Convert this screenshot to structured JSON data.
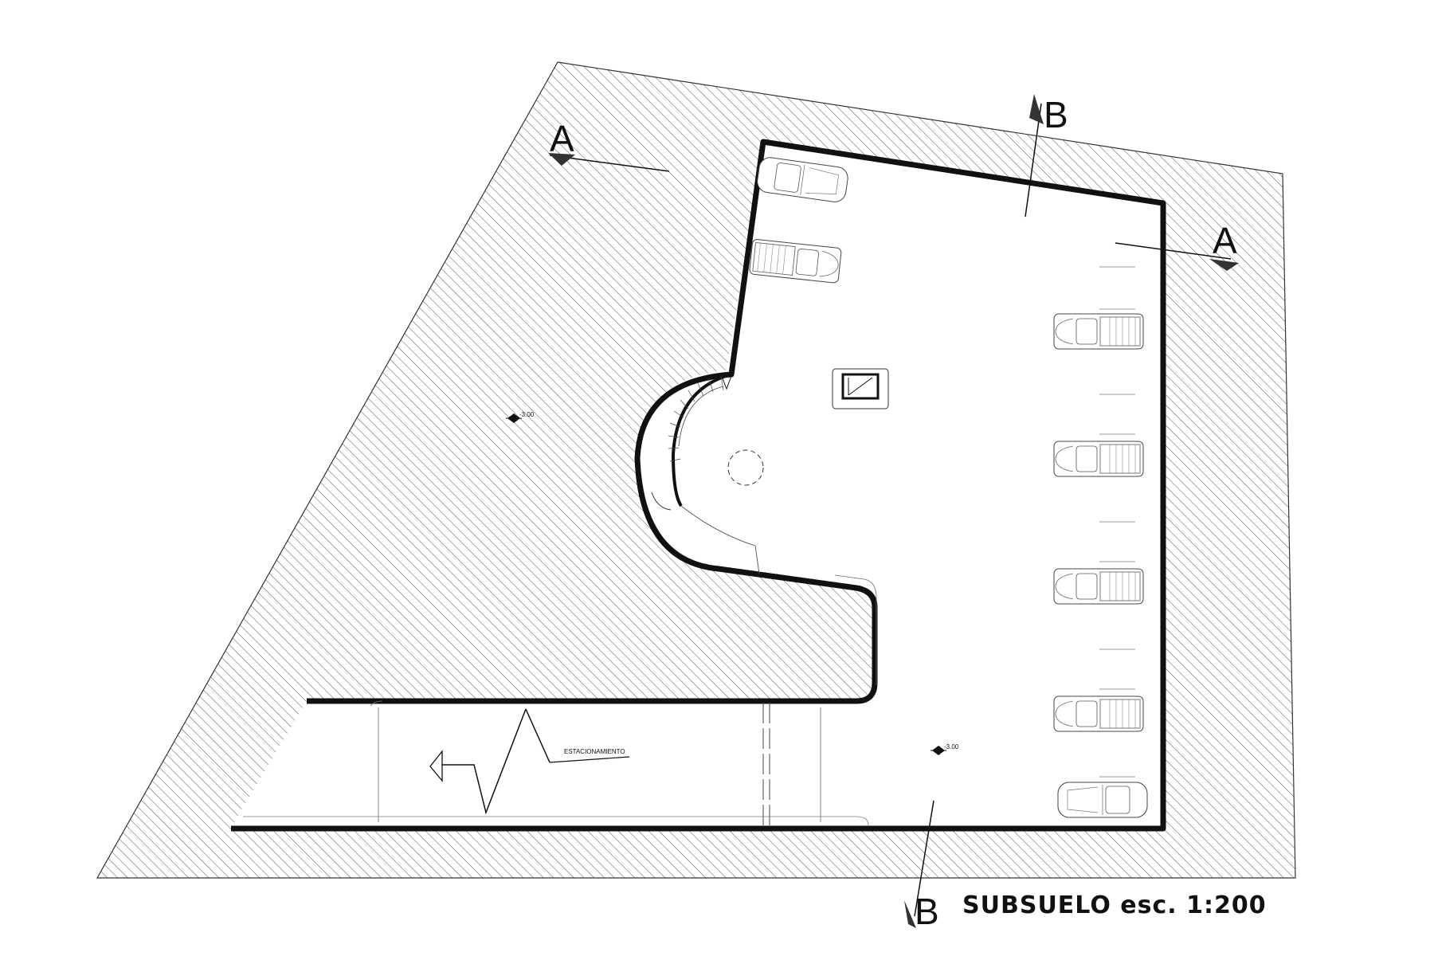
{
  "title": "SUBSUELO esc. 1:200",
  "ramp_label": "ESTACIONAMIENTO",
  "level_marker_main": "-3.00",
  "level_marker_yard": "-3.00",
  "section_a": {
    "label_left": "A",
    "label_right": "A"
  },
  "section_b": {
    "label_top": "B",
    "label_bottom": "B"
  },
  "colors": {
    "line": "#111111",
    "hatch": "#555555",
    "paper": "#ffffff"
  },
  "icons": [
    "car-icon",
    "elevator-icon",
    "stair-icon",
    "level-marker-icon",
    "arrow-left-icon",
    "section-arrow-icon"
  ]
}
